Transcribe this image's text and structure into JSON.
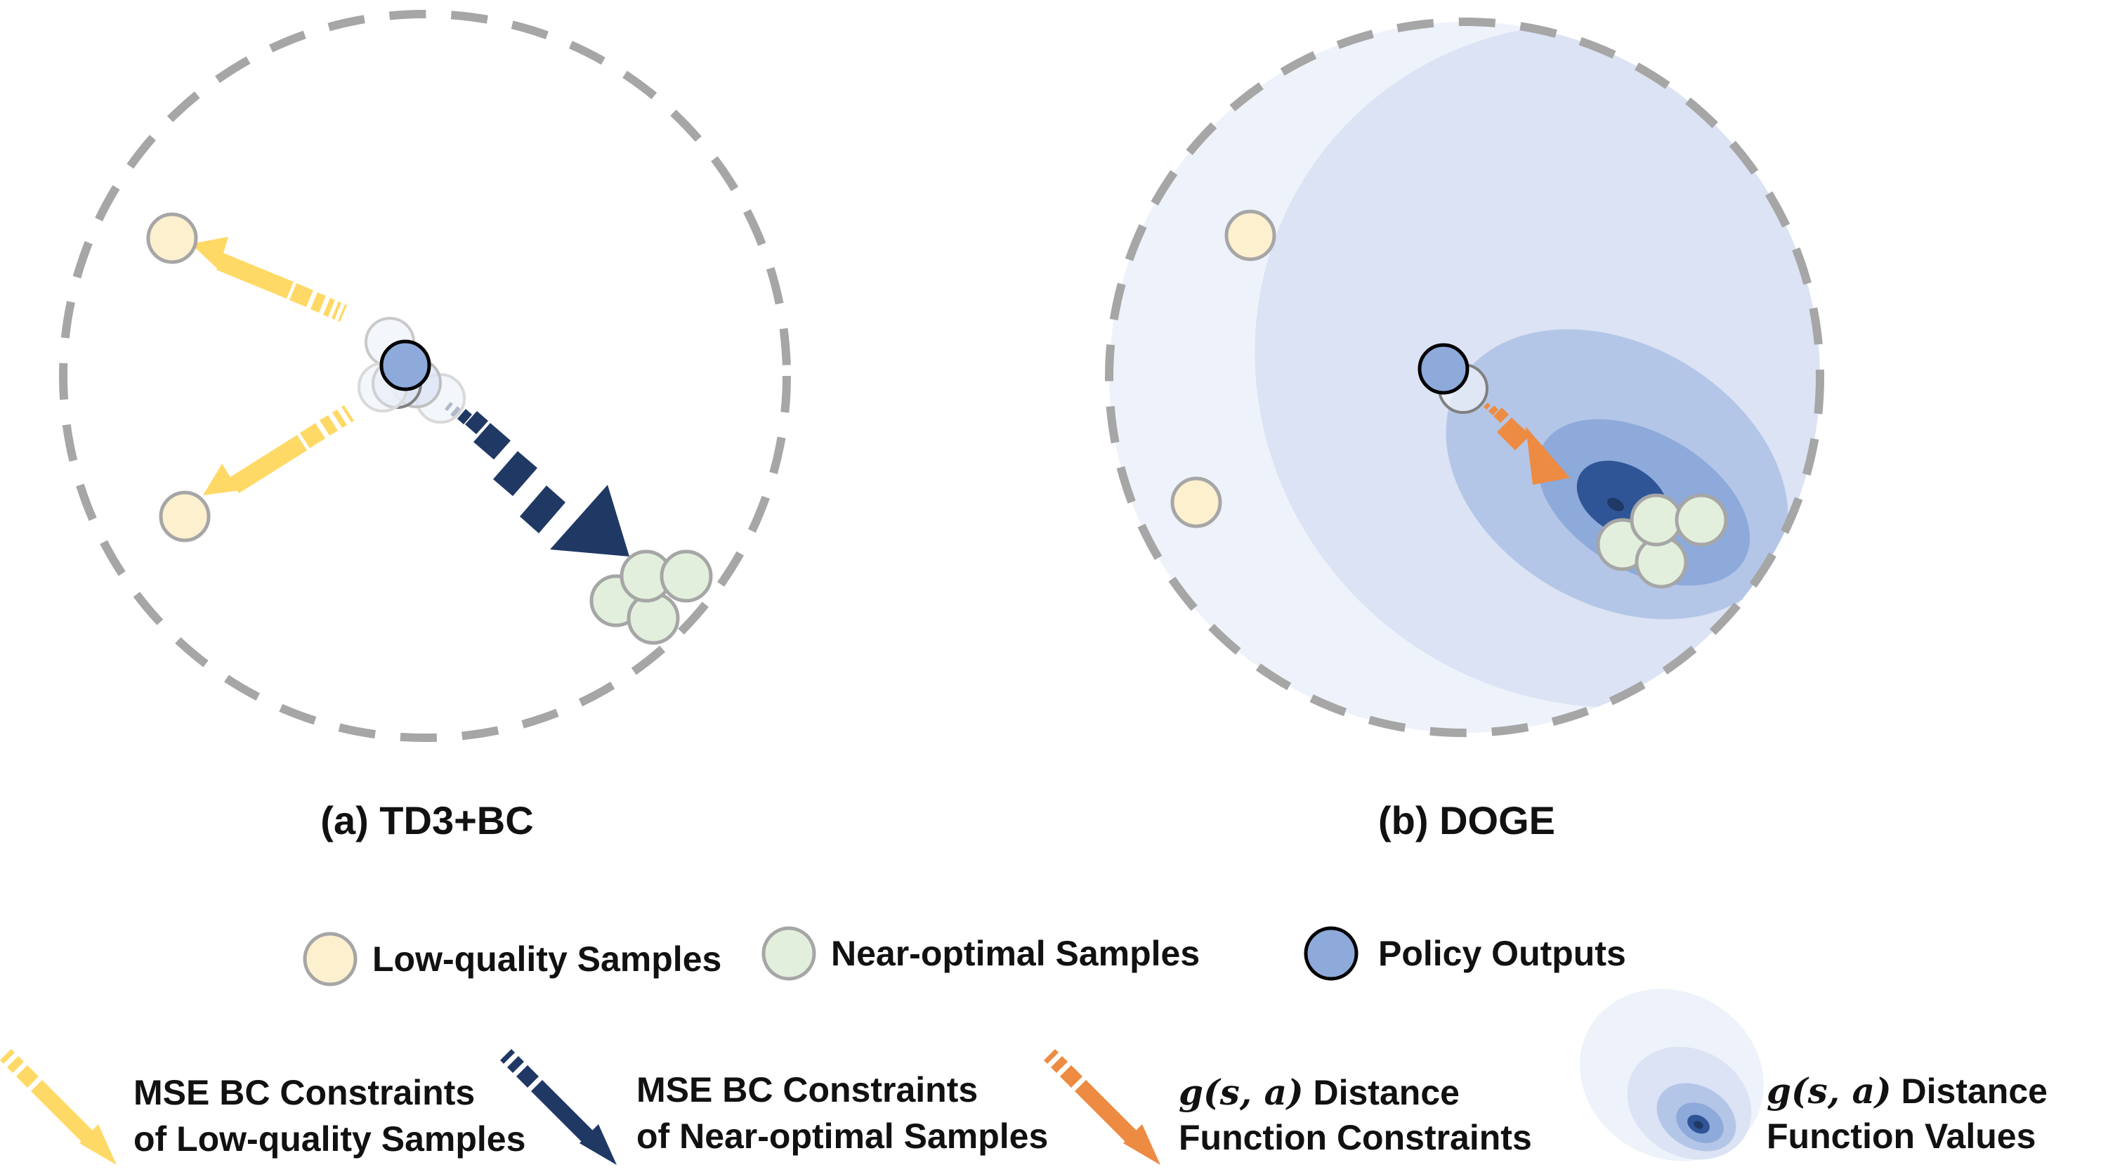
{
  "panels": {
    "left": {
      "caption": "(a) TD3+BC"
    },
    "right": {
      "caption": "(b) DOGE"
    }
  },
  "legend": {
    "low_quality": "Low-quality Samples",
    "near_optimal": "Near-optimal Samples",
    "policy": "Policy Outputs",
    "mse_low": {
      "line1": "MSE BC Constraints",
      "line2": "of Low-quality Samples"
    },
    "mse_near": {
      "line1": "MSE BC Constraints",
      "line2": "of Near-optimal Samples"
    },
    "g_constraint": {
      "math": "g(s, a)",
      "line1": " Distance",
      "line2": "Function Constraints"
    },
    "g_values": {
      "math": "g(s, a)",
      "line1": " Distance",
      "line2": "Function Values"
    }
  },
  "colors": {
    "low_quality_fill": "#fdf0cf",
    "near_optimal_fill": "#e2efdc",
    "policy_fill": "#8eaadb",
    "yellow_arrow": "#ffd966",
    "navy_arrow": "#203864",
    "orange_arrow": "#ed8b43",
    "dash_circle": "#a6a6a6",
    "contour_1": "#eef2fa",
    "contour_2": "#dbe3f4",
    "contour_3": "#b4c6e7",
    "contour_4": "#8eaadb",
    "contour_5": "#2f5597",
    "contour_6": "#1f3864"
  }
}
